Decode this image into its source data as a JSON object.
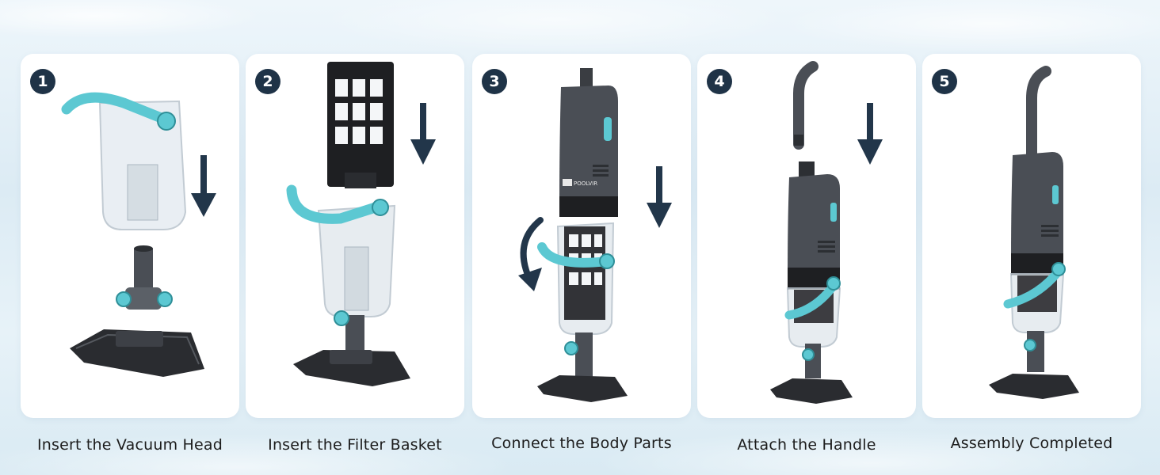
{
  "steps": [
    {
      "number": "1",
      "caption": "Insert the Vacuum Head"
    },
    {
      "number": "2",
      "caption": "Insert the Filter Basket"
    },
    {
      "number": "3",
      "caption": "Connect the Body Parts"
    },
    {
      "number": "4",
      "caption": "Attach the Handle"
    },
    {
      "number": "5",
      "caption": "Assembly Completed"
    }
  ],
  "brand_label": "POOLVIR",
  "colors": {
    "badge": "#1f3347",
    "arrow": "#22364a",
    "accent_strap": "#5cc8d2",
    "body_gray": "#4a4e55",
    "base_black": "#1e1f22"
  }
}
